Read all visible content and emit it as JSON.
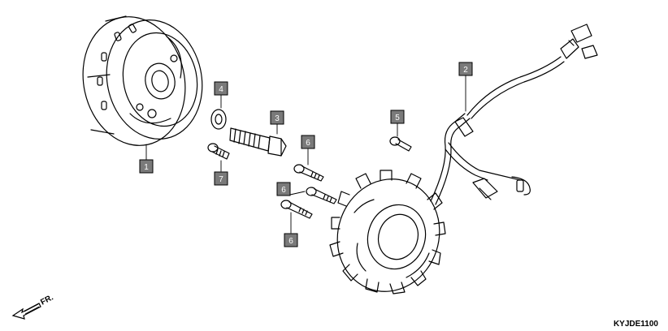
{
  "callouts": [
    {
      "label": "1"
    },
    {
      "label": "2"
    },
    {
      "label": "3"
    },
    {
      "label": "4"
    },
    {
      "label": "5"
    },
    {
      "label": "6"
    },
    {
      "label": "6"
    },
    {
      "label": "6"
    },
    {
      "label": "7"
    }
  ],
  "front_indicator": {
    "label": "FR."
  },
  "catalog_code": "KYJDE1100",
  "colors": {
    "line": "#000000",
    "callout_box": "#7a7a7a",
    "background": "#ffffff"
  }
}
